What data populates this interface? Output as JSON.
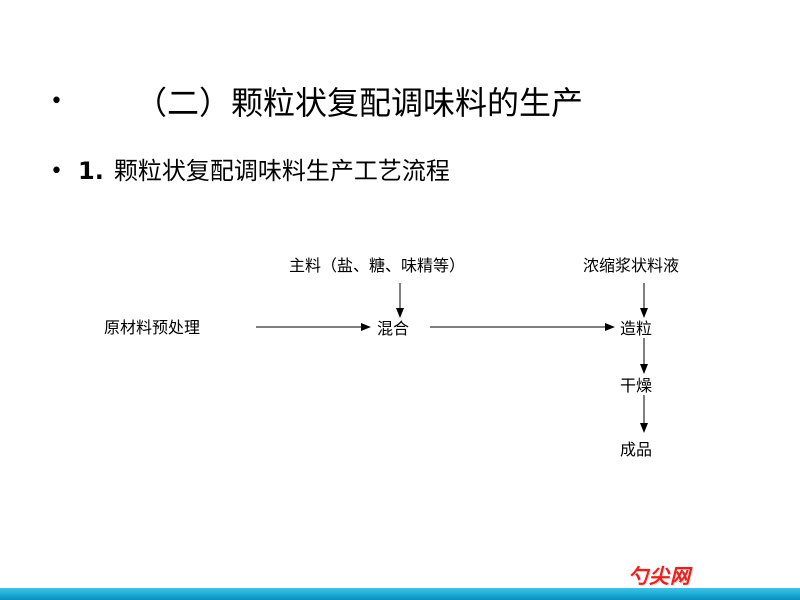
{
  "slide": {
    "bullet_symbol": "•",
    "heading": "（二）颗粒状复配调味料的生产",
    "subheading": {
      "number": "1.",
      "text": "颗粒状复配调味料生产工艺流程"
    }
  },
  "flowchart": {
    "nodes": {
      "main_ingredients": "主料（盐、糖、味精等）",
      "concentrated_liquid": "浓缩浆状料液",
      "raw_material_pretreatment": "原材料预处理",
      "mixing": "混合",
      "granulation": "造粒",
      "drying": "干燥",
      "finished_product": "成品"
    }
  },
  "watermark": {
    "text": "勺尖网"
  },
  "colors": {
    "footer_bar": "#17a7d2",
    "watermark": "#e8211d"
  }
}
